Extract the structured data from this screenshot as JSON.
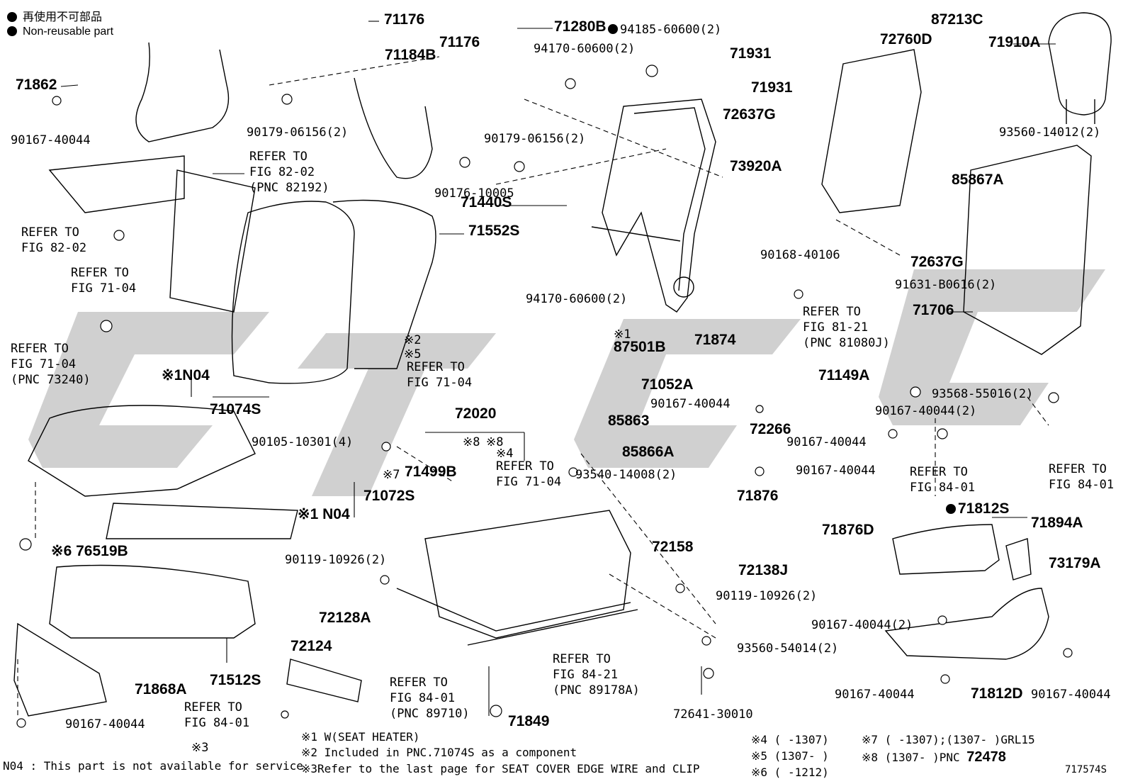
{
  "legend": {
    "cn": "再使用不可部品",
    "en": "Non-reusable part"
  },
  "watermark": "ctcc",
  "labels": {
    "l71862": "71862",
    "l90167_a": "90167-40044",
    "l71176_a": "71176",
    "l71184b": "71184B",
    "l71176_b": "71176",
    "l71280b": "71280B",
    "l94185": "94185-60600(2)",
    "l87213c": "87213C",
    "l72760d": "72760D",
    "l71910a": "71910A",
    "l94170_a": "94170-60600(2)",
    "l71931_a": "71931",
    "l71931_b": "71931",
    "l72637g_a": "72637G",
    "l90179_a": "90179-06156(2)",
    "l90179_b": "90179-06156(2)",
    "l93560_a": "93560-14012(2)",
    "l85867a": "85867A",
    "refer1": "REFER TO",
    "refer1b": "FIG 82-02",
    "refer1c": "(PNC 82192)",
    "l90176": "90176-10005",
    "l73920a": "73920A",
    "l71440s": "71440S",
    "refer2": "REFER TO",
    "refer2b": "FIG 82-02",
    "l71552s": "71552S",
    "l90168": "90168-40106",
    "l72637g_b": "72637G",
    "l91631": "91631-B0616(2)",
    "refer3": "REFER TO",
    "refer3b": "FIG 71-04",
    "l94170_b": "94170-60600(2)",
    "l71706": "71706",
    "refer4": "REFER TO",
    "refer4b": "FIG 81-21",
    "refer4c": "(PNC 81080J)",
    "refer5": "REFER TO",
    "refer5b": "FIG 71-04",
    "refer5c": "(PNC 73240)",
    "m2": "※2",
    "l87501b": "87501B",
    "m1a": "※1",
    "m5": "※5",
    "refer6": "REFER TO",
    "refer6b": "FIG 71-04",
    "l71874": "71874",
    "n04a": "※1N04",
    "l71052a": "71052A",
    "l71149a": "71149A",
    "l71074s": "71074S",
    "l93568": "93568-55016(2)",
    "l90167_b": "90167-40044",
    "l90167_c": "90167-40044(2)",
    "l72020": "72020",
    "l85863": "85863",
    "l90105": "90105-10301(4)",
    "m8a": "※8",
    "m8b": "※8",
    "l72266": "72266",
    "l90167_d": "90167-40044",
    "m4": "※4",
    "l85866a": "85866A",
    "refer7": "REFER TO",
    "refer7b": "FIG 71-04",
    "m7": "※7",
    "l71499b": "71499B",
    "l93540": "93540-14008(2)",
    "l90167_e": "90167-40044",
    "refer8": "REFER TO",
    "refer8b": "FIG 84-01",
    "refer9": "REFER TO",
    "refer9b": "FIG 84-01",
    "l71072s": "71072S",
    "l71876": "71876",
    "n04b": "※1 N04",
    "l71812s": "71812S",
    "l71894a": "71894A",
    "l76519b": "※6 76519B",
    "l71876d": "71876D",
    "l90119_a": "90119-10926(2)",
    "l72158": "72158",
    "l73179a": "73179A",
    "l72138j": "72138J",
    "l90119_b": "90119-10926(2)",
    "l72128a": "72128A",
    "l90167_f": "90167-40044(2)",
    "l72124": "72124",
    "l93560_b": "93560-54014(2)",
    "l71512s": "71512S",
    "refer10": "REFER TO",
    "refer10b": "FIG 84-21",
    "refer10c": "(PNC 89178A)",
    "refer11": "REFER TO",
    "refer11b": "FIG 84-01",
    "refer11c": "(PNC 89710)",
    "l71868a": "71868A",
    "refer12": "REFER TO",
    "refer12b": "FIG 84-01",
    "l90167_g": "90167-40044",
    "l90167_h": "90167-40044",
    "l71812d": "71812D",
    "l90167_i": "90167-40044",
    "l71849": "71849",
    "l72641": "72641-30010",
    "m3": "※3"
  },
  "notes": {
    "n1": "※1 W(SEAT HEATER)",
    "n2": "※2 Included in PNC.71074S as a component",
    "n3": "※3Refer to the last page for SEAT COVER EDGE WIRE and CLIP",
    "n04": "N04 : This part is not available for service",
    "r4": "※4 (      -1307)",
    "r5": "※5 (1307-       )",
    "r6": "※6 (      -1212)",
    "r7": "※7 (      -1307);(1307-      )GRL15",
    "r8": "※8 (1307-       )PNC",
    "r8pn": "72478",
    "code": "717574S"
  }
}
